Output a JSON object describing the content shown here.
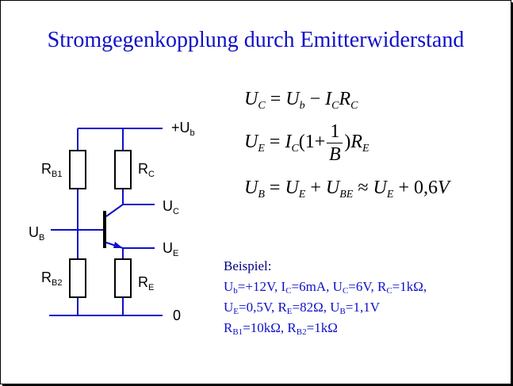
{
  "title": "Stromgegenkopplung durch Emitterwiderstand",
  "circuit": {
    "supply": {
      "symbol": "+U",
      "sub": "b"
    },
    "ground": "0",
    "labels": {
      "rb1": {
        "main": "R",
        "sub": "B1"
      },
      "rc": {
        "main": "R",
        "sub": "C"
      },
      "uc": {
        "main": "U",
        "sub": "C"
      },
      "ub": {
        "main": "U",
        "sub": "B"
      },
      "ue": {
        "main": "U",
        "sub": "E"
      },
      "rb2": {
        "main": "R",
        "sub": "B2"
      },
      "re": {
        "main": "R",
        "sub": "E"
      }
    }
  },
  "equations": {
    "eq1": {
      "a": "U",
      "a_sub": "C",
      "b": "U",
      "b_sub": "b",
      "c": "I",
      "c_sub": "C",
      "d": "R",
      "d_sub": "C"
    },
    "eq2": {
      "a": "U",
      "a_sub": "E",
      "b": "I",
      "b_sub": "C",
      "one": "1",
      "num": "1",
      "den": "B",
      "d": "R",
      "d_sub": "E"
    },
    "eq3": {
      "a": "U",
      "a_sub": "B",
      "b": "U",
      "b_sub": "E",
      "c": "U",
      "c_sub": "BE",
      "d": "U",
      "d_sub": "E",
      "const": "0,6",
      "unit": "V"
    }
  },
  "example": {
    "heading": "Beispiel:",
    "line1": [
      {
        "m": "U",
        "s": "b",
        "v": "=+12V, "
      },
      {
        "m": "I",
        "s": "C",
        "v": "=6mA, "
      },
      {
        "m": "U",
        "s": "C",
        "v": "=6V, "
      },
      {
        "m": "R",
        "s": "C",
        "v": "=1kΩ,"
      }
    ],
    "line2": [
      {
        "m": "U",
        "s": "E",
        "v": "=0,5V, "
      },
      {
        "m": "R",
        "s": "E",
        "v": "=82Ω, "
      },
      {
        "m": "U",
        "s": "B",
        "v": "=1,1V"
      }
    ],
    "line3": [
      {
        "m": "R",
        "s": "B1",
        "v": "=10kΩ, "
      },
      {
        "m": "R",
        "s": "B2",
        "v": "=1kΩ"
      }
    ]
  },
  "colors": {
    "title": "#1010c8",
    "wire": "#1010c8",
    "example": "#1010c8"
  }
}
